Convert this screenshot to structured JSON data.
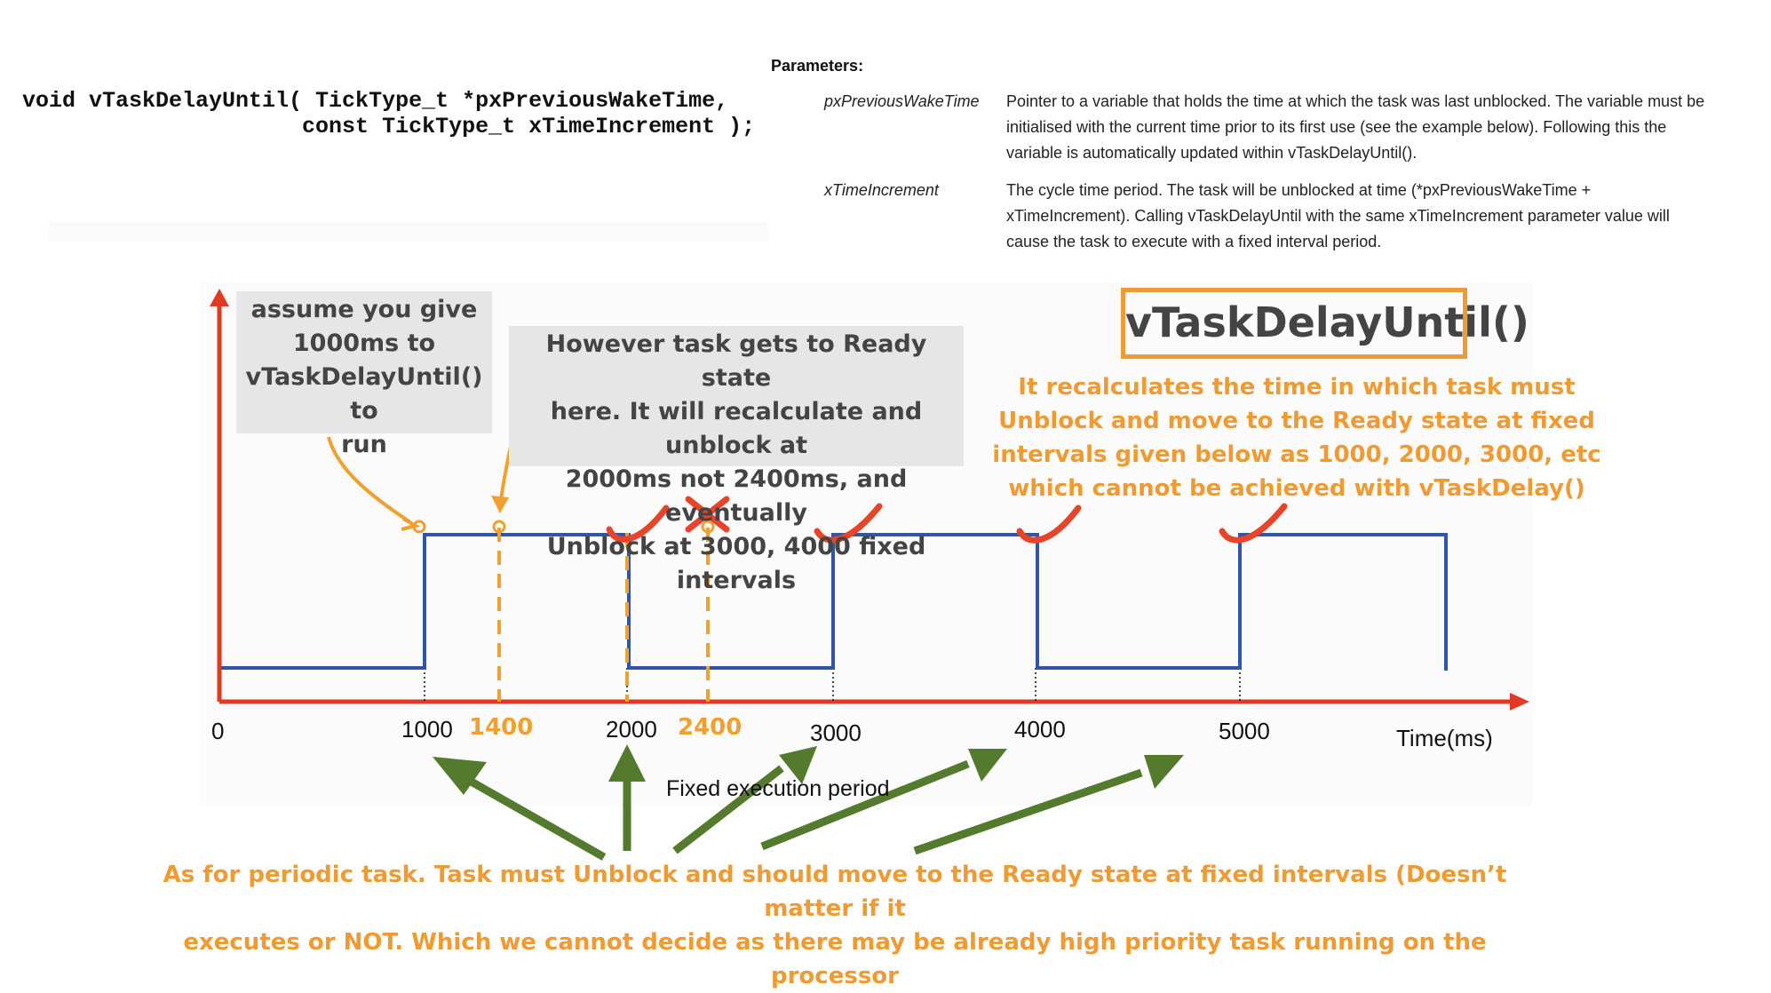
{
  "header": {
    "signature_line1": "void vTaskDelayUntil( TickType_t *pxPreviousWakeTime,",
    "signature_line2": "                     const TickType_t xTimeIncrement );",
    "params_title": "Parameters:",
    "params": [
      {
        "name": "pxPreviousWakeTime",
        "desc": [
          "Pointer to a variable that holds the time at which the task was last unblocked. The variable must be",
          "initialised with the current time prior to its first use (see the example below). Following this the",
          "variable is automatically updated within vTaskDelayUntil()."
        ]
      },
      {
        "name": "xTimeIncrement",
        "desc": [
          "The cycle time period. The task will be unblocked at time (*pxPreviousWakeTime +",
          "xTimeIncrement). Calling vTaskDelayUntil with the same xTimeIncrement parameter value will",
          "cause the task to execute with a fixed interval period."
        ]
      }
    ]
  },
  "diagram": {
    "note1": [
      "assume you give",
      "1000ms to",
      "vTaskDelayUntil() to",
      "run"
    ],
    "note2": [
      "However task gets to Ready state",
      "here. It will recalculate and unblock at",
      "2000ms not 2400ms, and eventually",
      "Unblock at 3000, 4000 fixed intervals"
    ],
    "title": "vTaskDelayUntil()",
    "explanation": [
      "It recalculates the time in which task must",
      "Unblock and move to the Ready state at fixed",
      "intervals given below as 1000, 2000, 3000, etc",
      "which cannot be achieved with vTaskDelay()"
    ],
    "ticks": [
      "0",
      "1000",
      "2000",
      "3000",
      "4000",
      "5000"
    ],
    "orange_ticks": [
      "1400",
      "2400"
    ],
    "x_axis_label": "Time(ms)",
    "period_label": "Fixed execution period",
    "bottom_note": [
      "As for periodic task. Task must Unblock and should move to the Ready state at fixed intervals (Doesn’t matter if it",
      "executes or NOT. Which we cannot decide as there may be already high priority task running on the processor"
    ],
    "colors": {
      "axis": "#e03a25",
      "signal": "#2f56a8",
      "orange": "#f0a030",
      "red_mark": "#e8442a",
      "green_arrow": "#547a2e"
    }
  }
}
